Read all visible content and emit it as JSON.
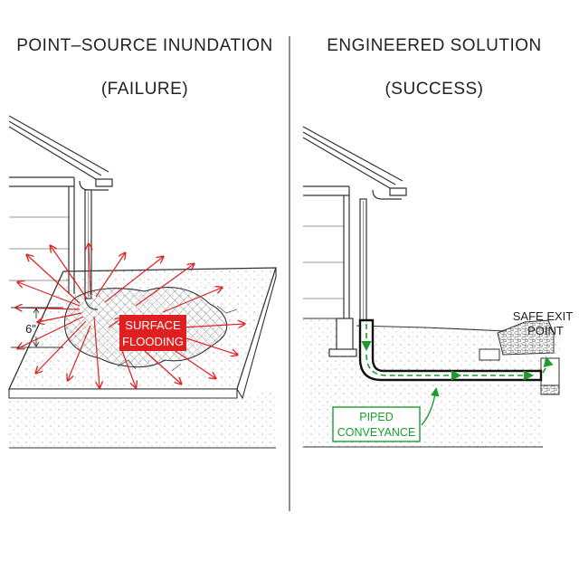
{
  "left_panel": {
    "title": "POINT–SOURCE INUNDATION",
    "subtitle": "(FAILURE)",
    "flood_label_line1": "SURFACE",
    "flood_label_line2": "FLOODING",
    "dimension_label": "6\""
  },
  "right_panel": {
    "title": "ENGINEERED SOLUTION",
    "subtitle": "(SUCCESS)",
    "exit_label_line1": "SAFE EXIT",
    "exit_label_line2": "POINT",
    "pipe_label_line1": "PIPED",
    "pipe_label_line2": "CONVEYANCE"
  },
  "colors": {
    "failure_red": "#e02020",
    "success_green": "#1f9a2e",
    "line": "#333333",
    "hatch": "#888888"
  }
}
